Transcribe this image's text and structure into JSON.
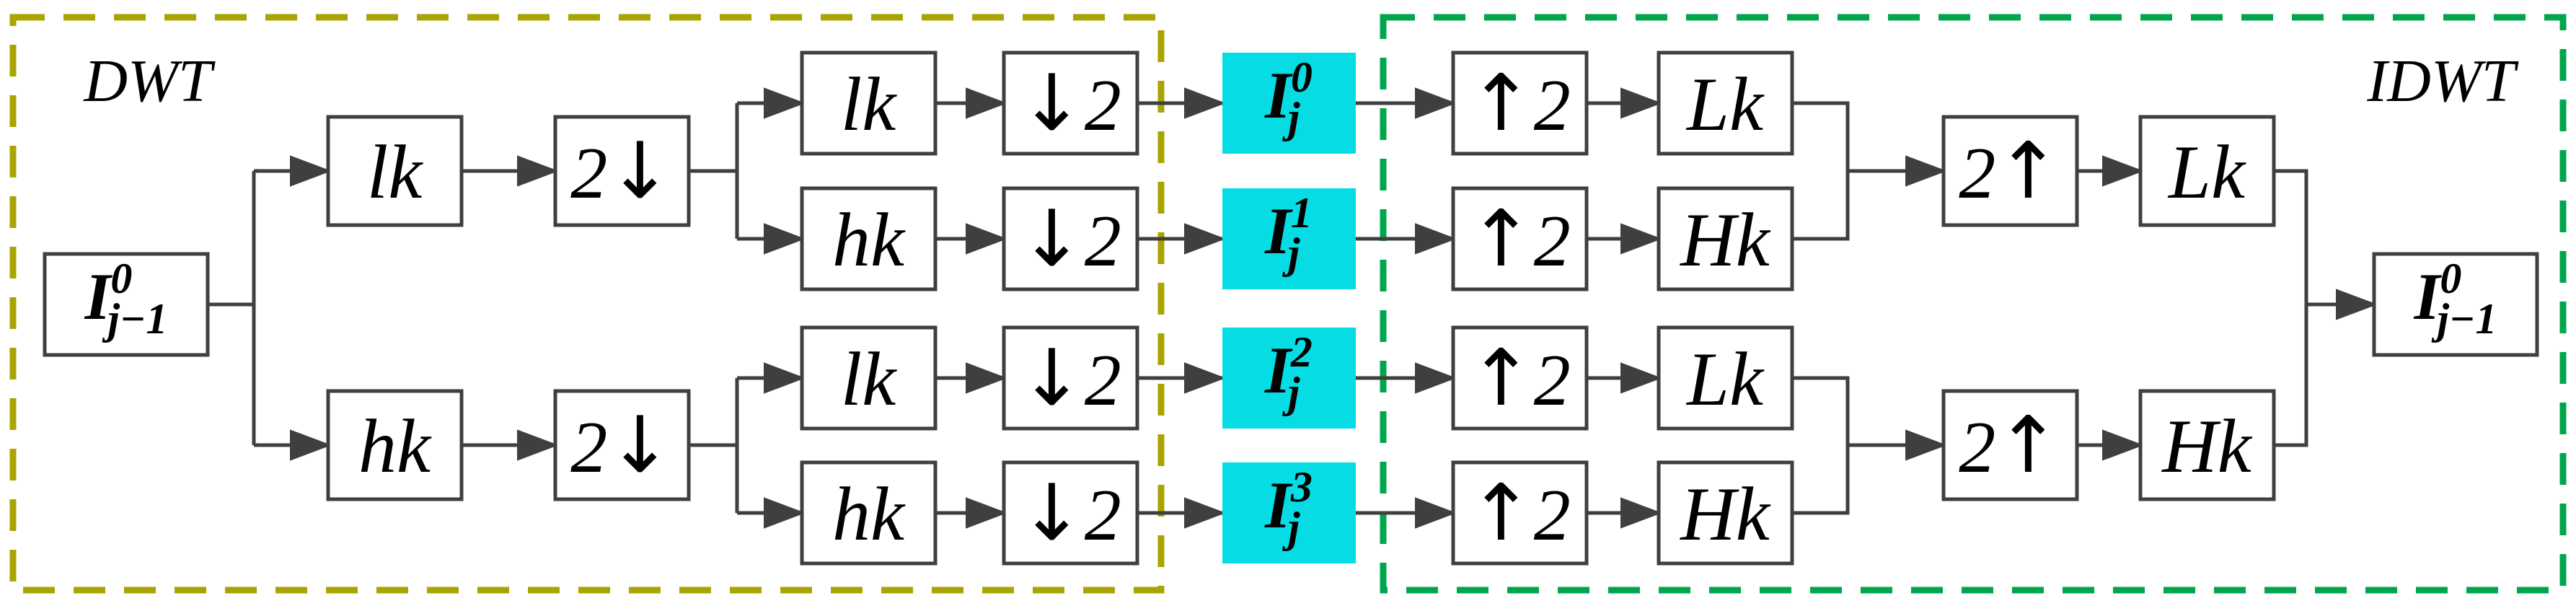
{
  "diagram": {
    "region_left": {
      "label": "DWT"
    },
    "region_right": {
      "label": "IDWT"
    },
    "colors": {
      "subband_fill": "#05dce4",
      "dwt_border": "#a9a400",
      "idwt_border": "#00a64c",
      "line": "#3f3f3f"
    },
    "input": {
      "base": "I",
      "sup": "0",
      "sub": "j−1"
    },
    "output": {
      "base": "I",
      "sup": "0",
      "sub": "j−1"
    },
    "dwt": {
      "lowpass1": "lk",
      "highpass1": "hk",
      "down1": {
        "digit": "2",
        "arrow": "↓"
      },
      "filters2": [
        "lk",
        "hk",
        "lk",
        "hk"
      ],
      "down2": {
        "arrow": "↓",
        "digit": "2"
      }
    },
    "subbands": [
      {
        "base": "I",
        "sup": "0",
        "sub": "j"
      },
      {
        "base": "I",
        "sup": "1",
        "sub": "j"
      },
      {
        "base": "I",
        "sup": "2",
        "sub": "j"
      },
      {
        "base": "I",
        "sup": "3",
        "sub": "j"
      }
    ],
    "idwt": {
      "up1": {
        "arrow": "↑",
        "digit": "2"
      },
      "filters1": [
        "Lk",
        "Hk",
        "Lk",
        "Hk"
      ],
      "up2": {
        "digit": "2",
        "arrow": "↑"
      },
      "lowpass2": "Lk",
      "highpass2": "Hk"
    }
  }
}
